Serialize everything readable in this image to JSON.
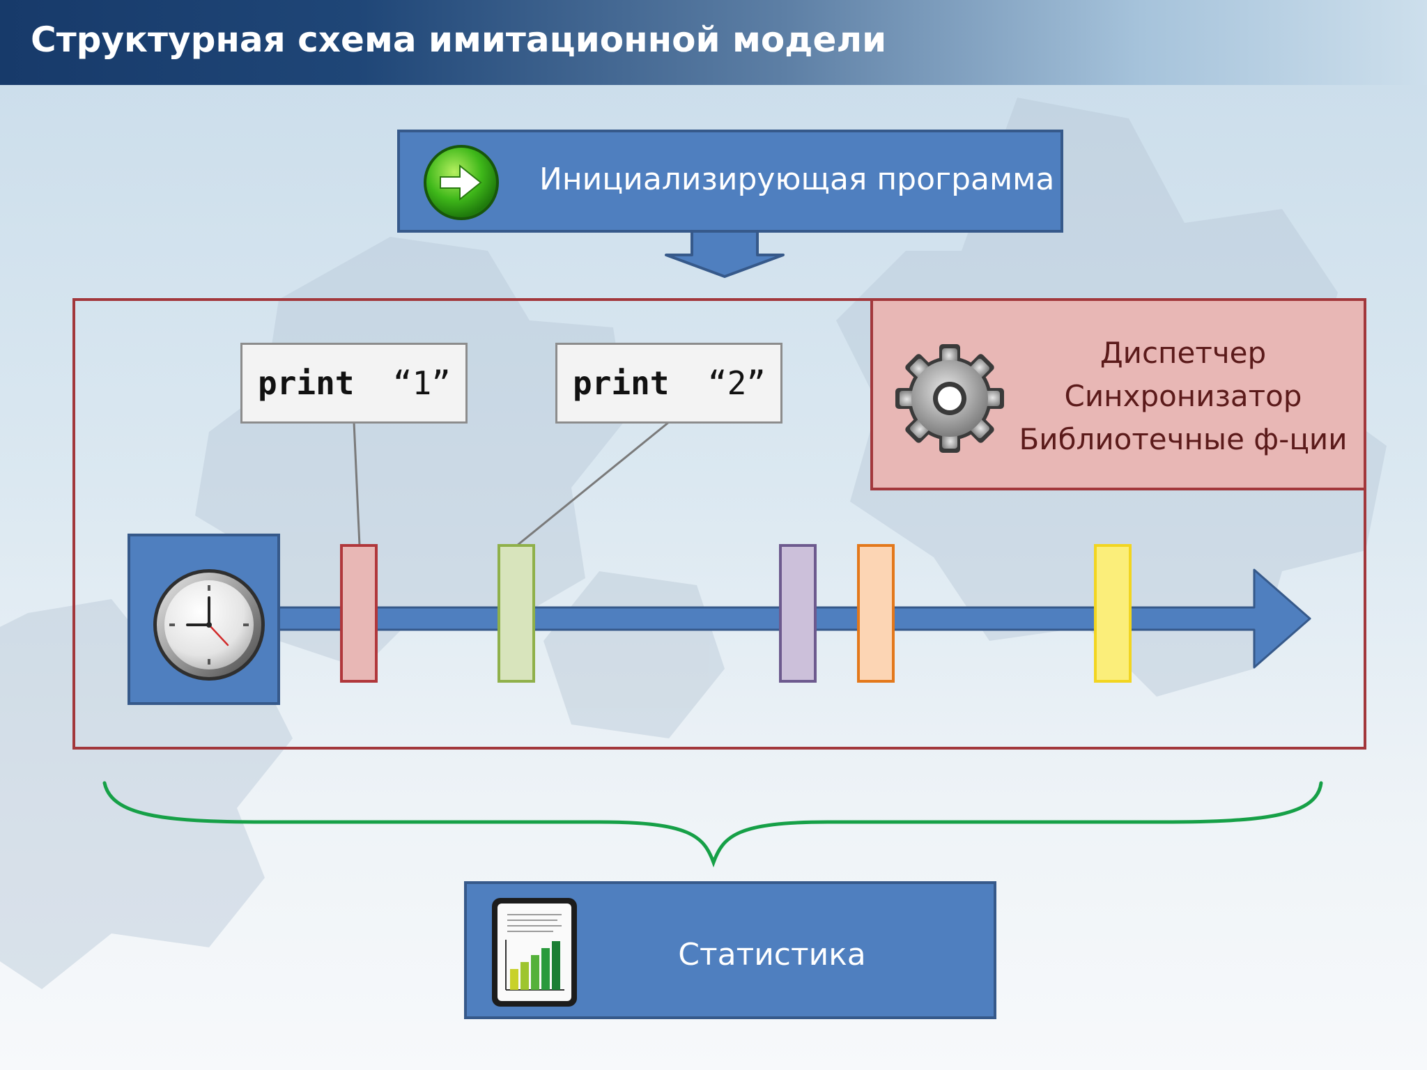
{
  "header": {
    "title": "Структурная схема имитационной модели"
  },
  "init_block": {
    "label": "Инициализирующая программа",
    "icon": "arrow-right-icon"
  },
  "dispatcher": {
    "lines": [
      "Диспетчер",
      "Синхронизатор",
      "Библиотечные ф-ции"
    ],
    "icon": "gear-icon"
  },
  "callouts": [
    {
      "cmd": "print",
      "arg": "“1”"
    },
    {
      "cmd": "print",
      "arg": "“2”"
    }
  ],
  "timeline": {
    "icon": "clock-icon",
    "events": [
      {
        "fill": "#e8b7b5",
        "stroke": "#b0373b"
      },
      {
        "fill": "#d8e4bc",
        "stroke": "#8fb04a"
      },
      {
        "fill": "#ccc0da",
        "stroke": "#6d5a8e"
      },
      {
        "fill": "#fcd5b4",
        "stroke": "#e3781b"
      },
      {
        "fill": "#fbee7a",
        "stroke": "#f2d520"
      }
    ]
  },
  "statistics": {
    "label": "Статистика",
    "icon": "bar-chart-icon"
  },
  "colors": {
    "block_blue": "#4f7fbf",
    "frame_red": "#a2373b",
    "brace_green": "#16a047"
  }
}
